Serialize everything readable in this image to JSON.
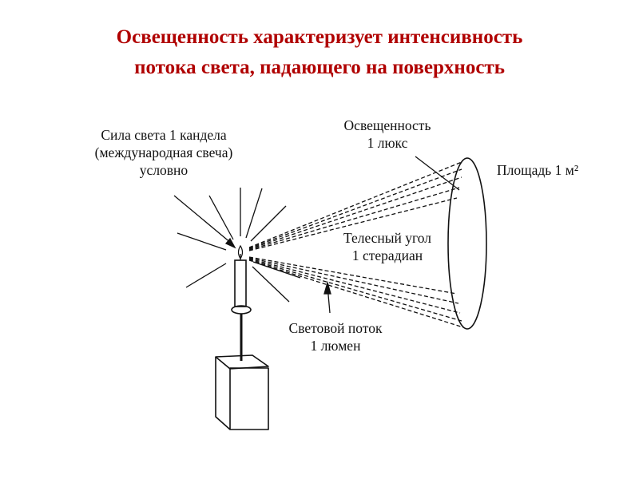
{
  "title": {
    "line1": "Освещенность характеризует интенсивность",
    "line2": "потока света, падающего на поверхность"
  },
  "diagram": {
    "candela_line1": "Сила света 1 кандела",
    "candela_line2": "(международная свеча)",
    "candela_line3": "условно",
    "lux_line1": "Освещенность",
    "lux_line2": "1 люкс",
    "area": "Площадь 1 м²",
    "angle_line1": "Телесный угол",
    "angle_line2": "1 стерадиан",
    "flux_line1": "Световой поток",
    "flux_line2": "1 люмен"
  },
  "colors": {
    "title": "#b00000",
    "ink": "#111111"
  }
}
